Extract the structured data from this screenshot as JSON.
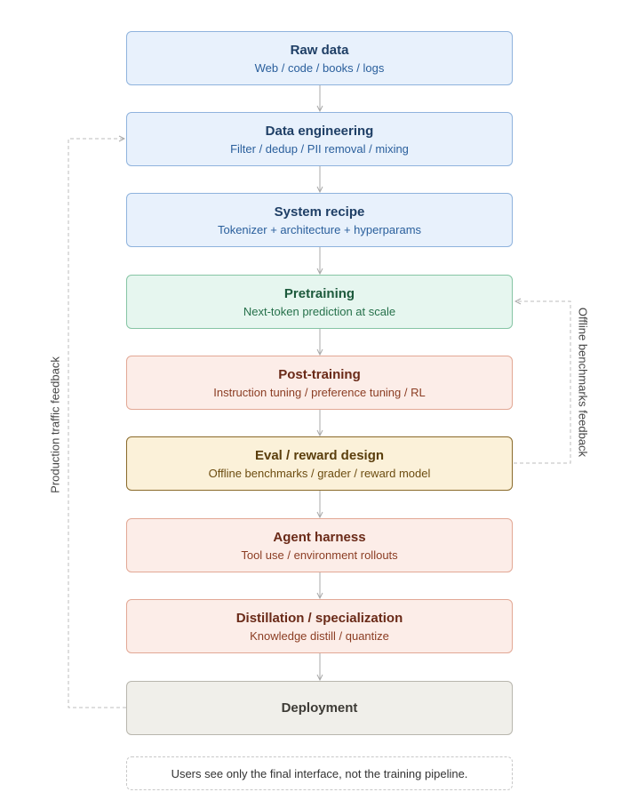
{
  "stages": [
    {
      "title": "Raw data",
      "subtitle": "Web / code / books / logs",
      "theme": "blue"
    },
    {
      "title": "Data engineering",
      "subtitle": "Filter / dedup / PII removal / mixing",
      "theme": "blue"
    },
    {
      "title": "System recipe",
      "subtitle": "Tokenizer + architecture + hyperparams",
      "theme": "blue"
    },
    {
      "title": "Pretraining",
      "subtitle": "Next-token prediction at scale",
      "theme": "green"
    },
    {
      "title": "Post-training",
      "subtitle": "Instruction tuning / preference tuning / RL",
      "theme": "salmon"
    },
    {
      "title": "Eval / reward design",
      "subtitle": "Offline benchmarks / grader / reward model",
      "theme": "yellow"
    },
    {
      "title": "Agent harness",
      "subtitle": "Tool use / environment rollouts",
      "theme": "salmon"
    },
    {
      "title": "Distillation / specialization",
      "subtitle": "Knowledge distill / quantize",
      "theme": "salmon"
    },
    {
      "title": "Deployment",
      "subtitle": "",
      "theme": "gray"
    }
  ],
  "feedback": {
    "left_label": "Production traffic feedback",
    "right_label": "Offline benchmarks feedback"
  },
  "footnote": "Users see only the final interface, not the training pipeline.",
  "colors": {
    "connector": "#a9a9a9",
    "blue_fill": "#e8f1fc",
    "green_fill": "#e6f6ef",
    "salmon_fill": "#fcede8",
    "yellow_fill": "#fbf1d9",
    "gray_fill": "#f0efea"
  }
}
